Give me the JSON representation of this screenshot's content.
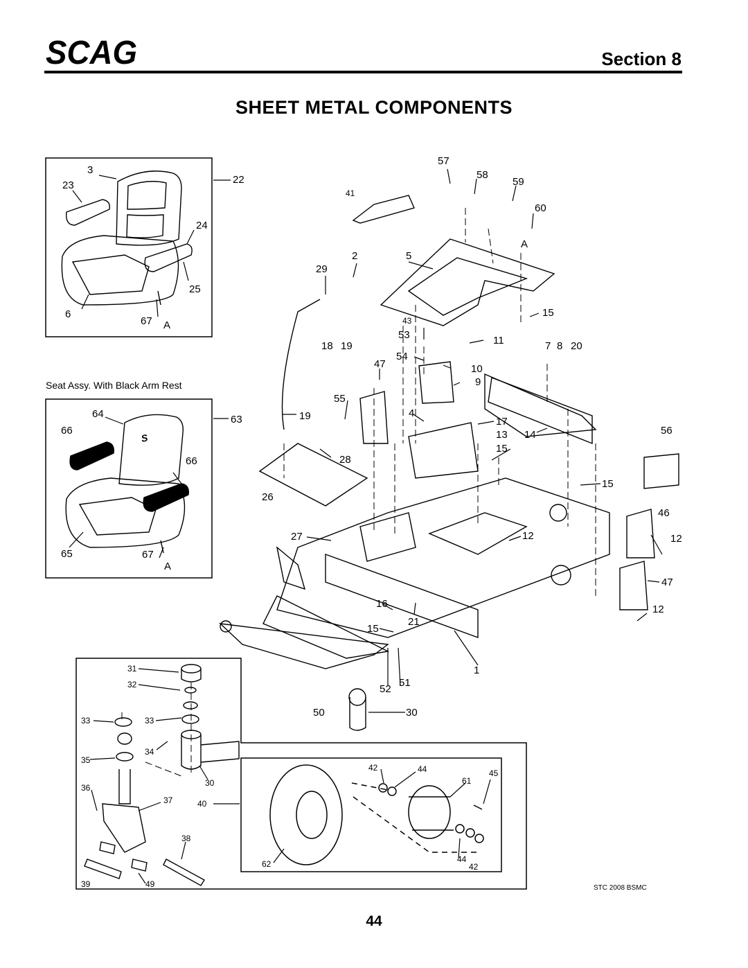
{
  "header": {
    "logo": "SCAG",
    "section": "Section 8"
  },
  "title": "SHEET METAL COMPONENTS",
  "seat_caption": "Seat Assy. With Black Arm Rest",
  "labels": {
    "l3": "3",
    "l22": "22",
    "l23": "23",
    "l24": "24",
    "l25": "25",
    "l6": "6",
    "l67a": "67",
    "lAa": "A",
    "l64": "64",
    "l63": "63",
    "l66a": "66",
    "l66b": "66",
    "l65": "65",
    "l67b": "67",
    "lAb": "A",
    "l57": "57",
    "l58": "58",
    "l59": "59",
    "l60": "60",
    "lA": "A",
    "l41": "41",
    "l2": "2",
    "l5": "5",
    "l29": "29",
    "l15a": "15",
    "l43": "43",
    "l53": "53",
    "l11": "11",
    "l18": "18",
    "l19a": "19",
    "l54": "54",
    "l10": "10",
    "l47a": "47",
    "l9": "9",
    "l7": "7",
    "l8": "8",
    "l20": "20",
    "l55": "55",
    "l4": "4",
    "l19b": "19",
    "l17": "17",
    "l13": "13",
    "l14": "14",
    "l56": "56",
    "l15b": "15",
    "l28": "28",
    "l15c": "15",
    "l26": "26",
    "l46": "46",
    "l27": "27",
    "l12a": "12",
    "l12b": "12",
    "l47b": "47",
    "l16": "16",
    "l21": "21",
    "l12c": "12",
    "l15d": "15",
    "l1": "1",
    "l52": "52",
    "l51": "51",
    "l50": "50",
    "l30a": "30",
    "l31": "31",
    "l32": "32",
    "l33a": "33",
    "l33b": "33",
    "l34": "34",
    "l35": "35",
    "l36": "36",
    "l37": "37",
    "l30b": "30",
    "l40": "40",
    "l38": "38",
    "l39": "39",
    "l49": "49",
    "l42a": "42",
    "l44a": "44",
    "l45": "45",
    "l61": "61",
    "l62": "62",
    "l44b": "44",
    "l42b": "42"
  },
  "footer_code": "STC 2008 BSMC",
  "page_number": "44"
}
